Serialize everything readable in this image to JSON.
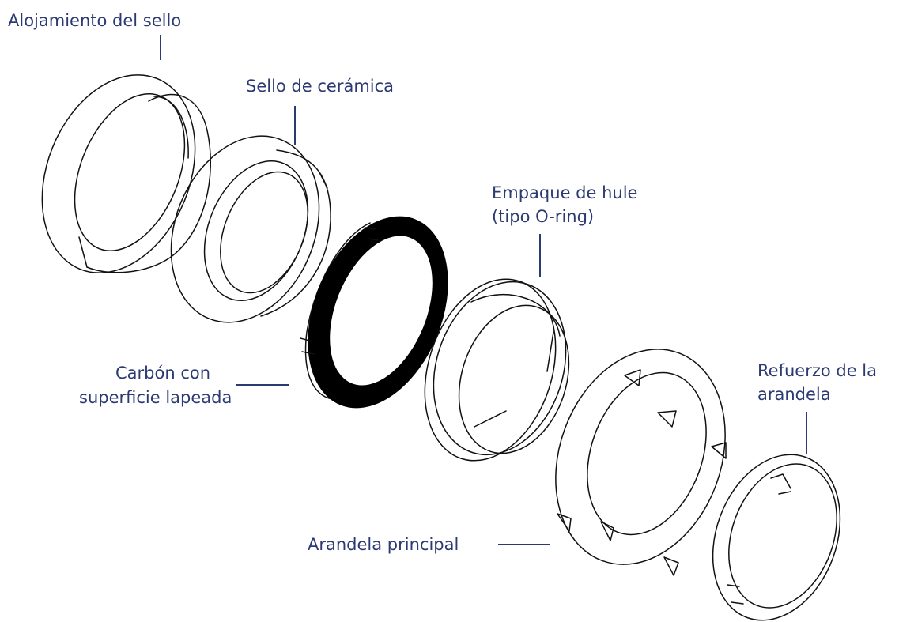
{
  "labels": {
    "seal_housing": "Alojamiento del sello",
    "ceramic_seal": "Sello de cerámica",
    "carbon_line1": "Carbón con",
    "carbon_line2": "superficie lapeada",
    "rubber_line1": "Empaque de hule",
    "rubber_line2": "(tipo O-ring)",
    "main_washer": "Arandela principal",
    "reinforce_line1": "Refuerzo de la",
    "reinforce_line2": "arandela"
  },
  "colors": {
    "label_text": "#2c3a73",
    "leader_line": "#2c3a73",
    "outline": "#111111",
    "carbon_face": "#000000"
  }
}
